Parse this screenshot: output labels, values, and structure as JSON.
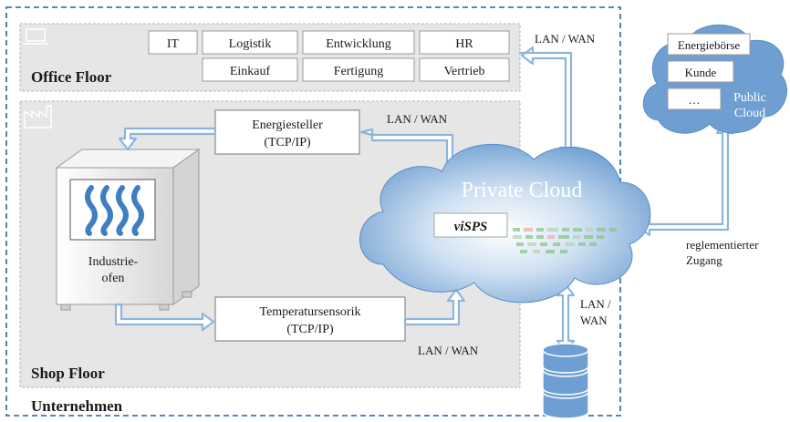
{
  "company": {
    "label": "Unternehmen"
  },
  "office_floor": {
    "label": "Office Floor",
    "departments": [
      "IT",
      "Logistik",
      "Entwicklung",
      "HR",
      "Einkauf",
      "Fertigung",
      "Vertrieb"
    ]
  },
  "shop_floor": {
    "label": "Shop Floor",
    "furnace_line1": "Industrie-",
    "furnace_line2": "ofen",
    "actuator_line1": "Energiesteller",
    "actuator_line2": "(TCP/IP)",
    "sensor_line1": "Temperatursensorik",
    "sensor_line2": "(TCP/IP)"
  },
  "private_cloud": {
    "label": "Private Cloud",
    "app": "viSPS"
  },
  "public_cloud": {
    "label_line1": "Public",
    "label_line2": "Cloud",
    "items": [
      "Energiebörse",
      "Kunde",
      "…"
    ]
  },
  "connections": {
    "lan_wan": "LAN / WAN",
    "lan": "LAN /",
    "wan": "WAN",
    "regulated_line1": "reglementierter",
    "regulated_line2": "Zugang"
  },
  "colors": {
    "border_blue": "#3a78b5",
    "cloud_blue": "#6f9fd2",
    "arrow_blue": "#8fb4dc",
    "zone_gray": "#e6e6e6",
    "icon_blue": "#3f7fc1"
  }
}
